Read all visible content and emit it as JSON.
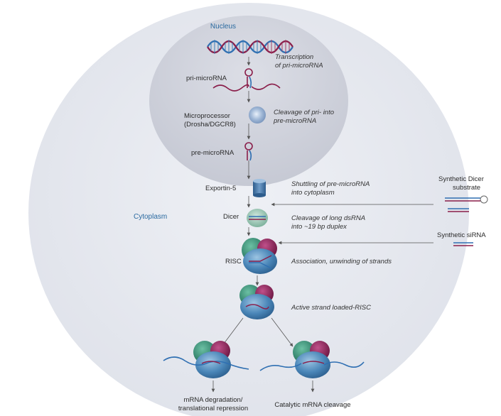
{
  "diagram": {
    "compartments": {
      "nucleus": "Nucleus",
      "cytoplasm": "Cytoplasm"
    },
    "molecules": {
      "pri_microrna": "pri-microRNA",
      "microprocessor": [
        "Microprocessor",
        "(Drosha/DGCR8)"
      ],
      "pre_microrna": "pre-microRNA",
      "exportin": "Exportin-5",
      "dicer": "Dicer",
      "risc": "RISC"
    },
    "steps": {
      "transcription": [
        "Transcription",
        "of pri-microRNA"
      ],
      "cleavage_pri": [
        "Cleavage of pri- into",
        "pre-microRNA"
      ],
      "shuttling": [
        "Shuttling of pre-microRNA",
        "into cytoplasm"
      ],
      "cleavage_dsrna": [
        "Cleavage of long dsRNA",
        "into ~19 bp duplex"
      ],
      "association": "Association, unwinding of strands",
      "active_risc": "Active strand loaded-RISC"
    },
    "inputs": {
      "synthetic_dicer": [
        "Synthetic Dicer",
        "substrate"
      ],
      "synthetic_sirna": "Synthetic siRNA"
    },
    "outcomes": {
      "degradation": [
        "mRNA degradation/",
        "translational repression"
      ],
      "cleavage": "Catalytic mRNA cleavage"
    },
    "colors": {
      "cell": "#e6e8ef",
      "nucleus": "#cfd2dc",
      "strand_blue": "#2f6fb2",
      "strand_red": "#8a1e4a",
      "risc_blue": "#4a86b8",
      "risc_green": "#2e8a72",
      "risc_maroon": "#8a2055",
      "arrow": "#666666"
    }
  }
}
